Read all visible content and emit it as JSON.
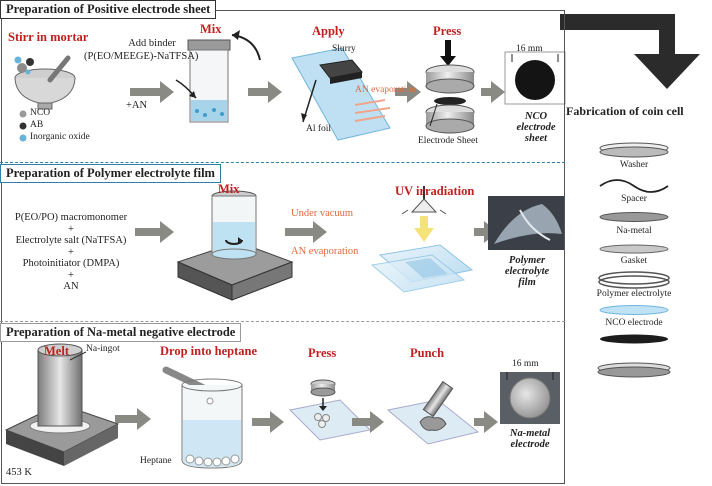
{
  "sections": {
    "positive": {
      "title": "Preparation of Positive electrode sheet",
      "step_stir": "Stirr in mortar",
      "add_binder_1": "Add binder",
      "add_binder_2": "(P(EO/MEEGE)-NaTFSA)",
      "plus_an": "+AN",
      "step_mix": "Mix",
      "step_apply": "Apply",
      "slurry": "Slurry",
      "an_evaporation": "AN evaporation",
      "al_foil": "Al foil",
      "step_press": "Press",
      "electrode_sheet": "Electrode Sheet",
      "size": "16 mm",
      "result_1": "NCO",
      "result_2": "electrode",
      "result_3": "sheet",
      "legend": [
        "NCO",
        "AB",
        "Inorganic oxide"
      ]
    },
    "polymer": {
      "title": "Preparation of Polymer electrolyte film",
      "step_mix": "Mix",
      "step_uv": "UV irradiation",
      "ingredients": [
        "P(EO/PO) macromonomer",
        "+",
        "Electrolyte salt (NaTFSA)",
        "+",
        "Photoinitiator (DMPA)",
        "+",
        "AN"
      ],
      "under_vacuum": "Under vacuum",
      "an_evaporation": "AN evaporation",
      "result_1": "Polymer",
      "result_2": "electrolyte",
      "result_3": "film"
    },
    "negative": {
      "title": "Preparation of Na-metal negative electrode",
      "step_melt": "Melt",
      "na_ingot": "Na-ingot",
      "temperature": "453 K",
      "step_drop": "Drop into heptane",
      "heptane": "Heptane",
      "step_press": "Press",
      "step_punch": "Punch",
      "size": "16 mm",
      "result_1": "Na-metal",
      "result_2": "electrode"
    },
    "coin_cell": {
      "title": "Fabrication of coin cell",
      "parts": [
        "Washer",
        "Spacer",
        "Na-metal",
        "Gasket",
        "Polymer electrolyte",
        "NCO electrode"
      ]
    }
  },
  "colors": {
    "step_red": "#c0211f",
    "accent_blue": "#2f7fa8",
    "evap_orange": "#e06a3c",
    "arrow_gray": "#8a8a84",
    "arrow_dark": "#2b2b2b"
  }
}
